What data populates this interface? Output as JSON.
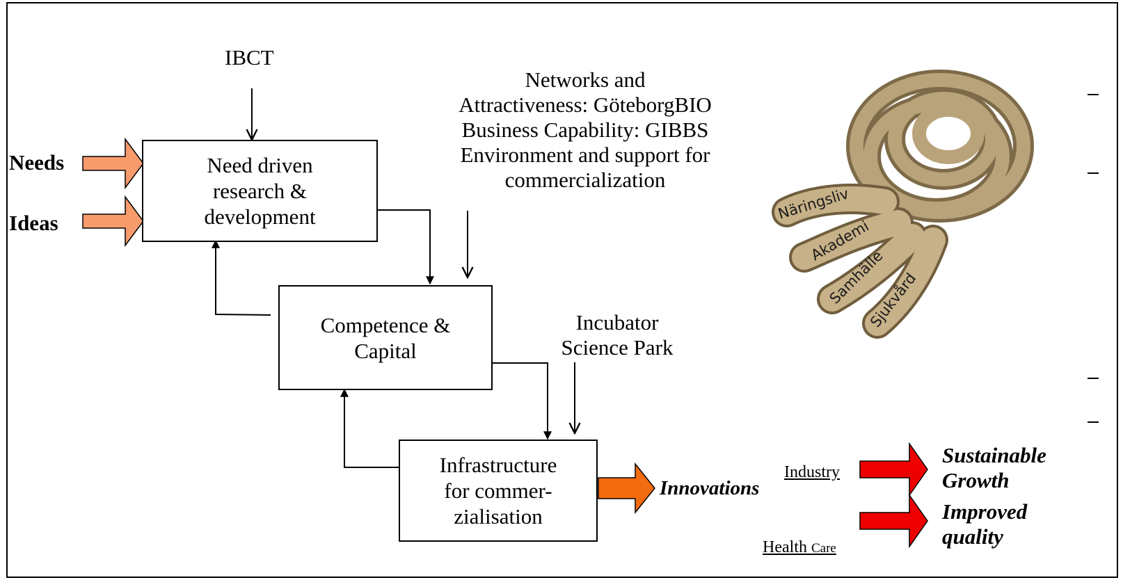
{
  "boxes": {
    "rd": "Need driven\nresearch &\ndevelopment",
    "competence": "Competence &\nCapital",
    "infrastructure": "Infrastructure\nfor commer-\nzialisation"
  },
  "labels": {
    "ibct": "IBCT",
    "networks": "Networks and\nAttractiveness: GöteborgBIO\nBusiness Capability: GIBBS\nEnvironment and support for\ncommercialization",
    "incubator": "Incubator\nScience Park",
    "needs": "Needs",
    "ideas": "Ideas",
    "innovations": "Innovations"
  },
  "outcomes": {
    "industry": "Industry",
    "health": "Health",
    "care": "Care",
    "sustainable": "Sustainable\nGrowth",
    "improved": "Improved\nquality"
  },
  "rope": {
    "strands": [
      "Näringsliv",
      "Akademi",
      "Samhälle",
      "Sjukvård"
    ]
  },
  "colors": {
    "input_arrow": "#f79b6c",
    "innovation_arrow": "#f36c10",
    "outcome_arrow": "#ee0000",
    "rope": "#a8926a"
  }
}
